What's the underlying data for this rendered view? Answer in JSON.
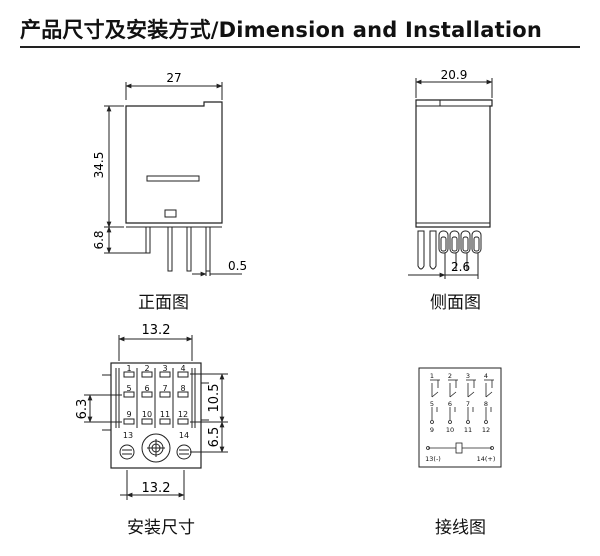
{
  "header": {
    "title": "产品尺寸及安装方式/Dimension and  Installation"
  },
  "front_view": {
    "caption": "正面图",
    "width_label": "27",
    "height_label": "34.5",
    "pin_length_label": "6.8",
    "pin_width_label": "0.5"
  },
  "side_view": {
    "caption": "侧面图",
    "width_label": "20.9",
    "pin_pitch_label": "2.6"
  },
  "mounting": {
    "caption": "安装尺寸",
    "top_width_label": "13.2",
    "bottom_width_label": "13.2",
    "left_height_label": "6.3",
    "right_upper_label": "10.5",
    "right_lower_label": "6.5",
    "pins": [
      "1",
      "2",
      "3",
      "4",
      "5",
      "6",
      "7",
      "8",
      "9",
      "10",
      "11",
      "12",
      "13",
      "14"
    ]
  },
  "wiring": {
    "caption": "接线图",
    "pins": [
      "1",
      "2",
      "3",
      "4",
      "5",
      "6",
      "7",
      "8",
      "9",
      "10",
      "11",
      "12"
    ],
    "coil_neg_label": "13(-)",
    "coil_pos_label": "14(+)"
  }
}
